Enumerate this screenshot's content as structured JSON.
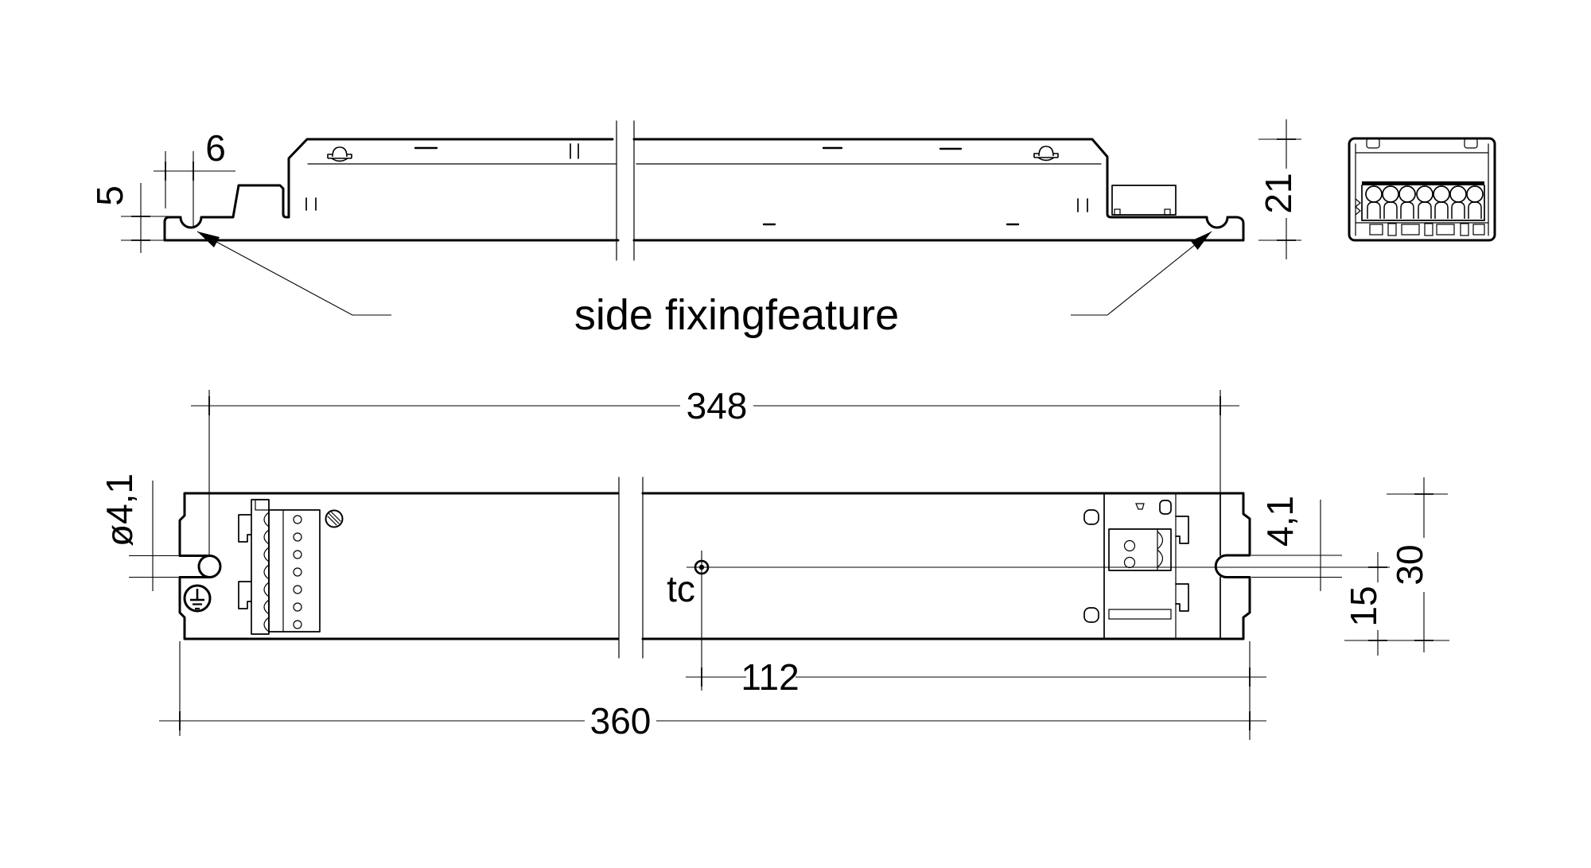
{
  "title": "LED driver linear housing dimension drawing",
  "labels": {
    "side_fixing_feature": "side fixingfeature",
    "tc": "tc"
  },
  "dimensions": {
    "d6": "6",
    "d5": "5",
    "d21": "21",
    "d348": "348",
    "d360": "360",
    "d112": "112",
    "d15": "15",
    "d30": "30",
    "d41_slot": "4,1",
    "d41_hole": "ø4,1"
  },
  "icons": {
    "ground": "earth-ground-icon",
    "cable_clamp": "cable-clamp-icon",
    "tc_point": "tc-measure-point-icon",
    "screw": "screw-head-icon"
  },
  "colors": {
    "line": "#000000",
    "background": "#ffffff"
  }
}
